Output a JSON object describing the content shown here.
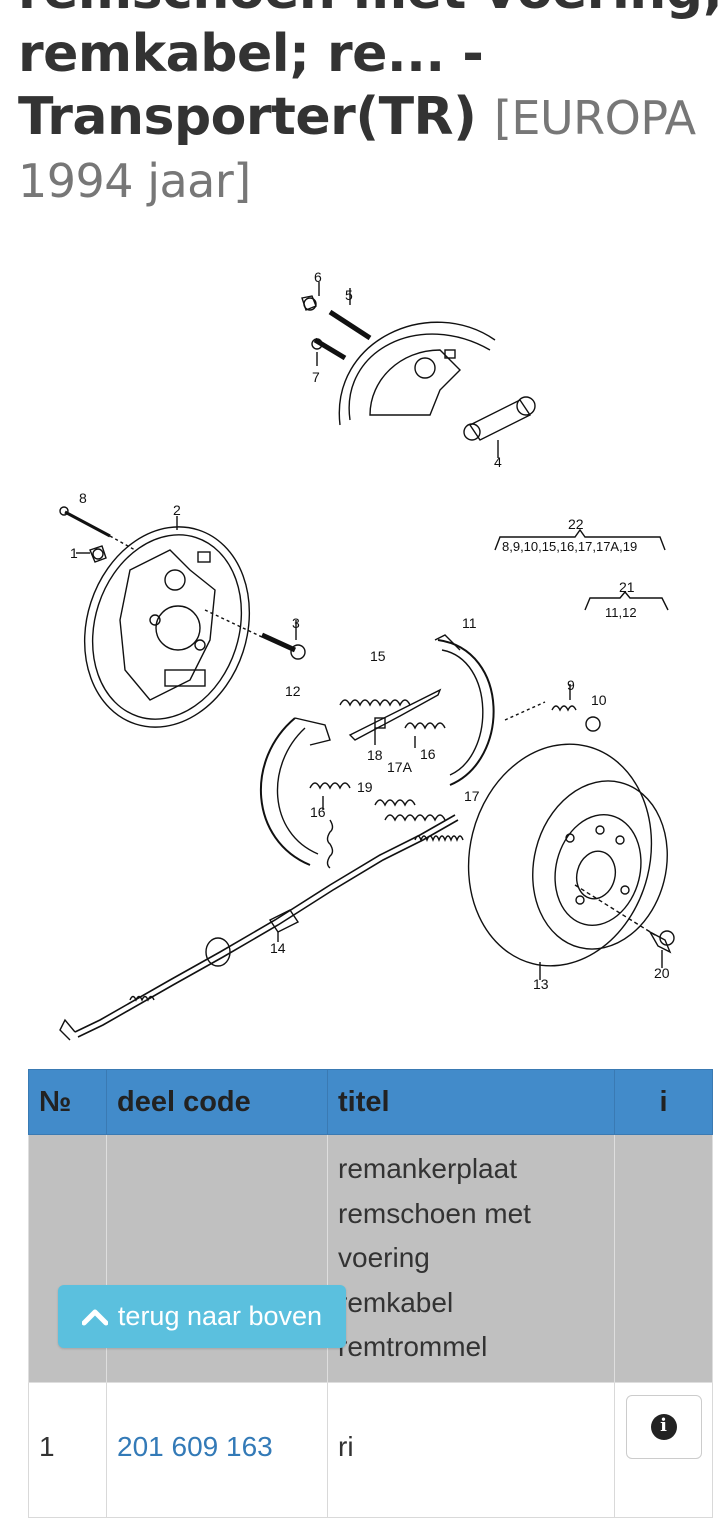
{
  "header": {
    "title_line1": "remschoen met voering;",
    "title_line2": "remkabel; re... -",
    "title_line3": "Transporter(TR)",
    "region": "[EUROPA",
    "year": "1994 jaar]"
  },
  "diagram": {
    "callouts": [
      "1",
      "2",
      "3",
      "4",
      "5",
      "6",
      "7",
      "8",
      "9",
      "10",
      "11",
      "12",
      "13",
      "14",
      "15",
      "16",
      "16",
      "17",
      "17A",
      "18",
      "19",
      "20",
      "21",
      "22"
    ],
    "group22": "8,9,10,15,16,17,17A,19",
    "group21": "11,12"
  },
  "table": {
    "headers": {
      "no": "№",
      "code": "deel code",
      "title": "titel",
      "info": "i"
    },
    "group_row": {
      "titles": [
        "remankerplaat",
        "remschoen met voering",
        "remkabel",
        "remtrommel"
      ]
    },
    "first_part": {
      "no": "1",
      "code": "201 609 163",
      "title": "ri"
    }
  },
  "back_to_top": {
    "label": "terug naar boven",
    "icon": "chevron-up-icon"
  },
  "colors": {
    "header_bg": "#428bca",
    "group_row_bg": "#c0c0c0",
    "button_bg": "#5bc0de",
    "link": "#337ab7"
  }
}
